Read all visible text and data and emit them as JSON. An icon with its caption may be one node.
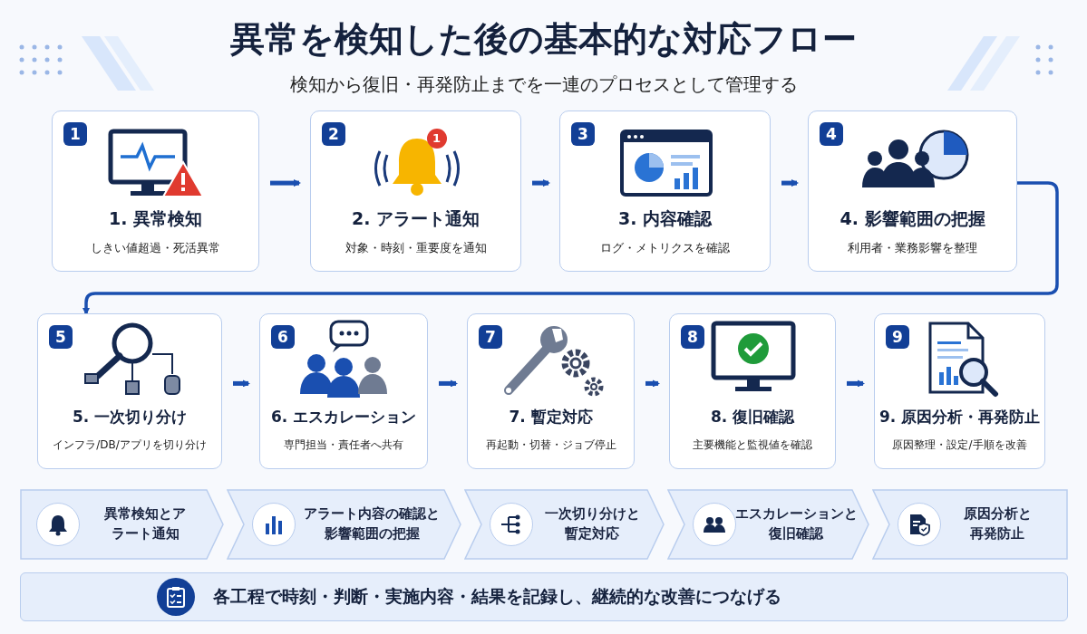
{
  "diagram": {
    "title": "異常を検知した後の基本的な対応フロー",
    "caption": "検知から復旧・再発防止までを一連のプロセスとして管理する",
    "nodes": [
      {
        "text": [
          "1",
          "1. 異常検知",
          "しきい値超過・死活異常"
        ]
      },
      {
        "text": [
          "2",
          "2. アラート通知",
          "対象・時刻・重要度を通知"
        ]
      },
      {
        "text": [
          "3",
          "3. 内容確認",
          "ログ・メトリクスを確認"
        ]
      },
      {
        "text": [
          "4",
          "4. 影響範囲の把握",
          "利用者・業務影響を整理"
        ]
      },
      {
        "text": [
          "5",
          "5. 一次切り分け",
          "インフラ/DB/アプリを切り分け"
        ]
      },
      {
        "text": [
          "6",
          "6. エスカレーション",
          "専門担当・責任者へ共有"
        ]
      },
      {
        "text": [
          "7",
          "7. 暫定対応",
          "再起動・切替・ジョブ停止"
        ]
      },
      {
        "text": [
          "8",
          "8. 復旧確認",
          "主要機能と監視値を確認"
        ]
      },
      {
        "text": [
          "9",
          "9. 原因分析・再発防止",
          "原因整理・設定/手順を改善"
        ]
      },
      {
        "text": [
          "異常検知とアラート通知"
        ]
      },
      {
        "text": [
          "アラート内容の確認と影響範囲の把握"
        ]
      },
      {
        "text": [
          "一次切り分けと暫定対応"
        ]
      },
      {
        "text": [
          "エスカレーションと復旧確認"
        ]
      },
      {
        "text": [
          "原因分析と再発防止"
        ]
      },
      {
        "text": [
          "各工程で時刻・判断・実施内容・結果を記録し、継続的な改善につなげる"
        ]
      }
    ],
    "edges": [
      {
        "from": 0,
        "to": 1,
        "arrow": "to"
      },
      {
        "from": 1,
        "to": 2,
        "arrow": "to"
      },
      {
        "from": 2,
        "to": 3,
        "arrow": "to"
      },
      {
        "from": 3,
        "to": 4,
        "arrow": "to"
      },
      {
        "from": 4,
        "to": 5,
        "arrow": "to"
      },
      {
        "from": 5,
        "to": 6,
        "arrow": "to"
      },
      {
        "from": 6,
        "to": 7,
        "arrow": "to"
      },
      {
        "from": 7,
        "to": 8,
        "arrow": "to"
      }
    ],
    "labels": [
      "1"
    ]
  }
}
